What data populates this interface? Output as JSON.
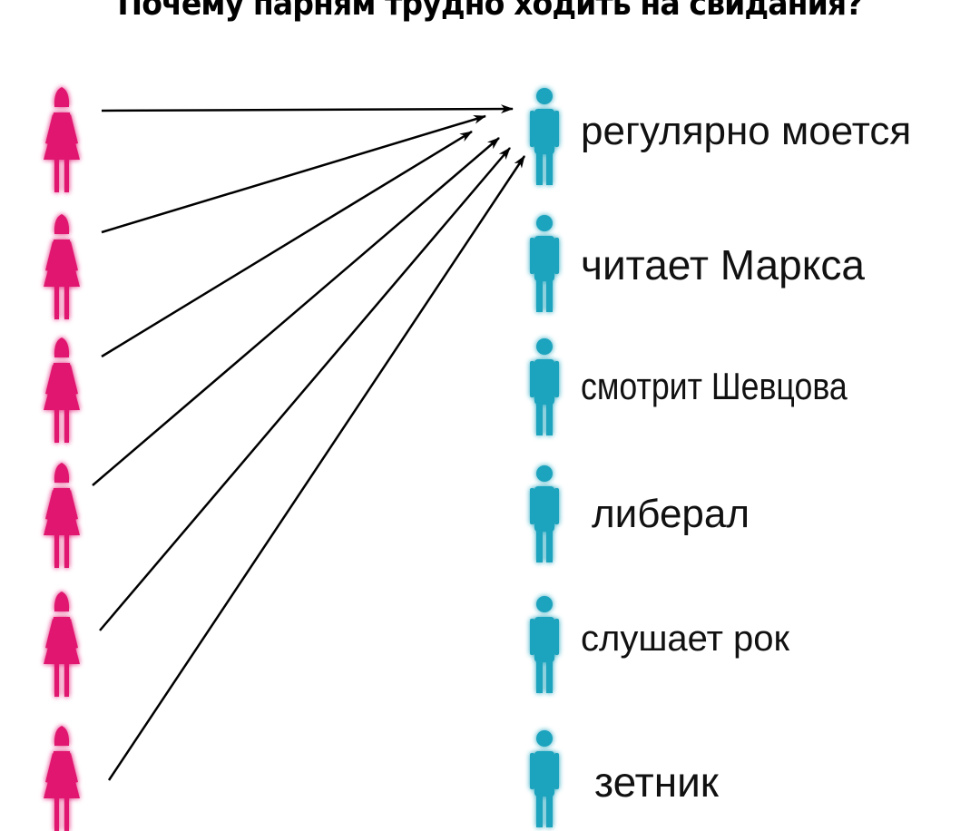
{
  "title": "Почему парням трудно ходить на свидания?",
  "colors": {
    "female": "#e0186f",
    "male": "#1ba3bd",
    "arrow": "#000000"
  },
  "women_count": 6,
  "men": [
    {
      "label": "регулярно моется"
    },
    {
      "label": "читает Маркса"
    },
    {
      "label": "смотрит Шевцова"
    },
    {
      "label": "либерал"
    },
    {
      "label": "слушает рок"
    },
    {
      "label": "зетник"
    }
  ],
  "arrows_target": "man-1"
}
